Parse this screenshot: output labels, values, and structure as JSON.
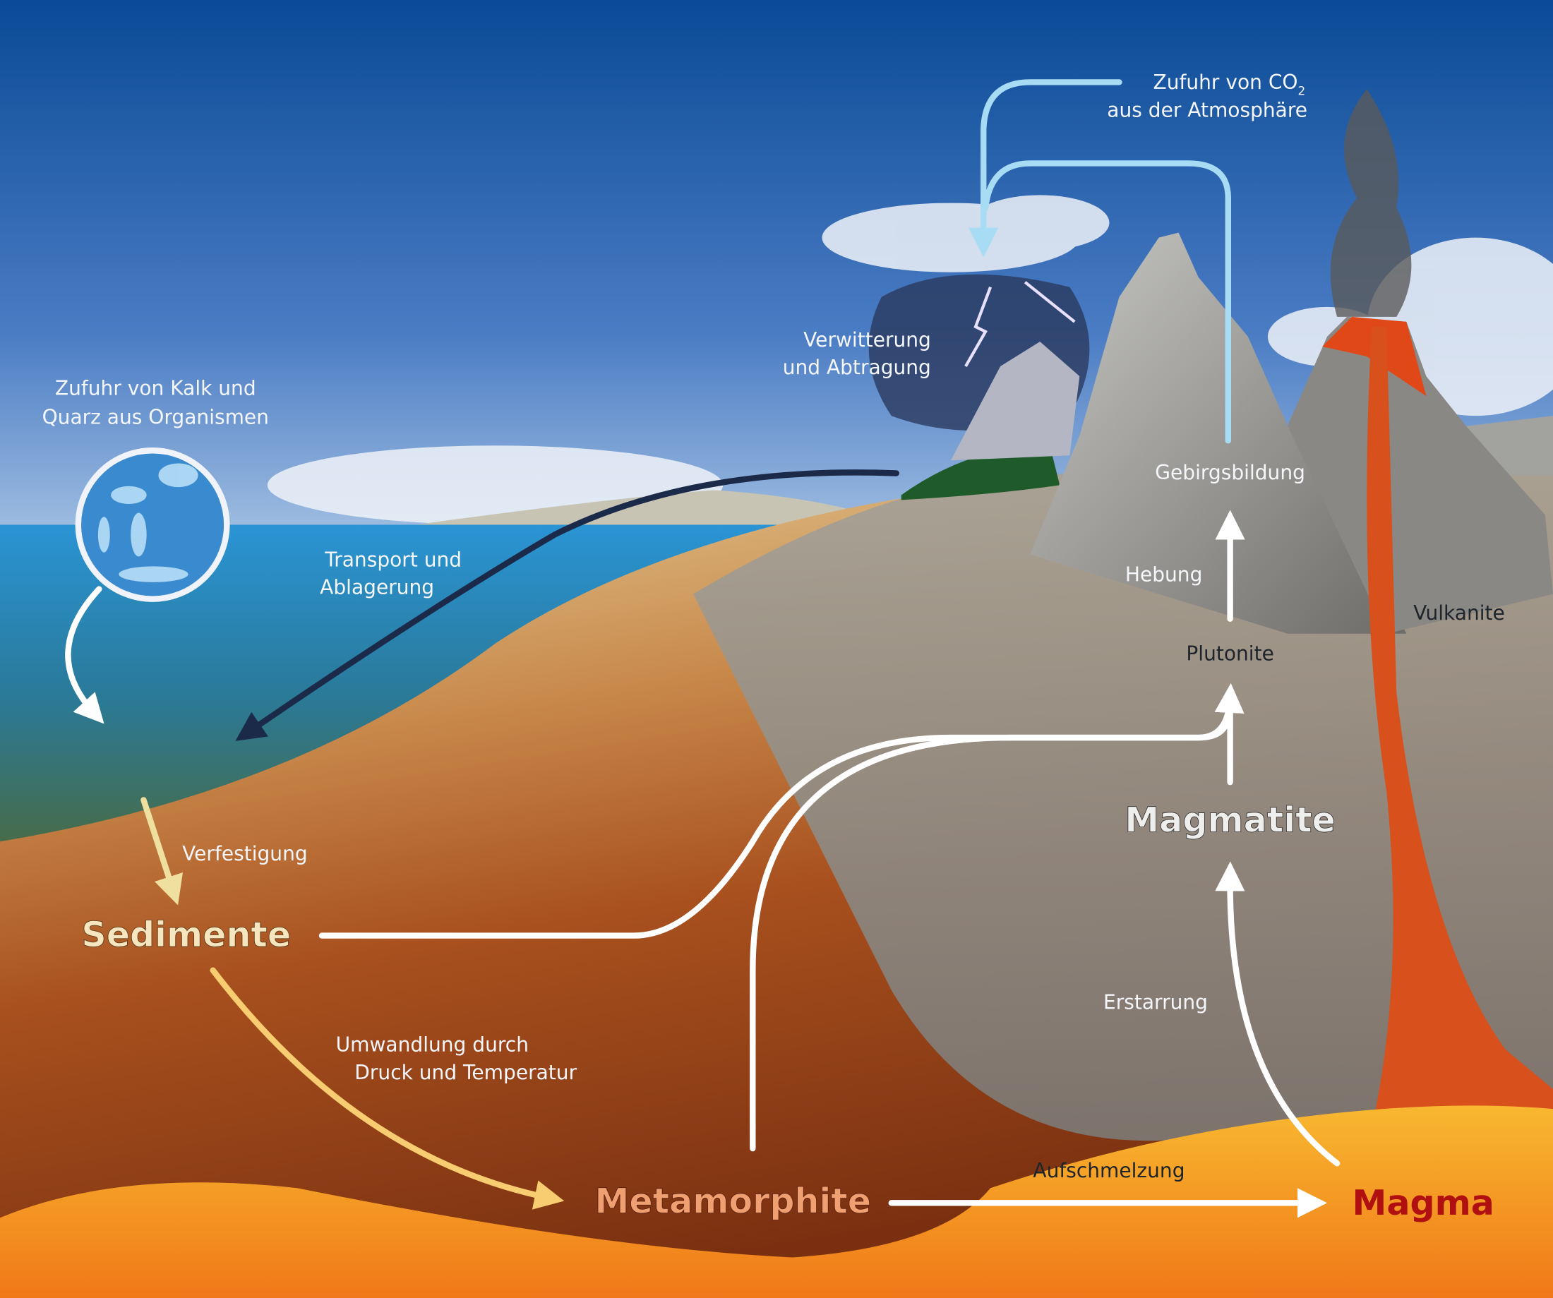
{
  "title": "",
  "labels": {
    "co2_line1": "Zufuhr von CO",
    "co2_sub": "2",
    "co2_line2": "aus der Atmosphäre",
    "weathering_line1": "Verwitterung",
    "weathering_line2": "und Abtragung",
    "organisms_line1": "Zufuhr von Kalk und",
    "organisms_line2": "Quarz aus Organismen",
    "transport_line1": "Transport und",
    "transport_line2": "Ablagerung",
    "mountain_building": "Gebirgsbildung",
    "uplift": "Hebung",
    "plutonites": "Plutonite",
    "volcanites": "Vulkanite",
    "magmatites": "Magmatite",
    "consolidation": "Verfestigung",
    "sediments": "Sedimente",
    "metamorphism_line1": "Umwandlung durch",
    "metamorphism_line2": "Druck und Temperatur",
    "solidification": "Erstarrung",
    "melting": "Aufschmelzung",
    "metamorphites": "Metamorphite",
    "magma": "Magma"
  },
  "colors": {
    "sky_top": "#0a4a96",
    "sea": "#2a8fd0",
    "sediment": "#e8d7a0",
    "earth": "#a84a1c",
    "rock_gray": "#8a8a88",
    "magma": "#f5a020",
    "co2_arrow": "#a8dcf4",
    "transport_arrow": "#1c2a4a",
    "sediments_text": "#f5e6c0",
    "metamorphites_text": "#f0a070",
    "magma_text": "#b01010"
  }
}
